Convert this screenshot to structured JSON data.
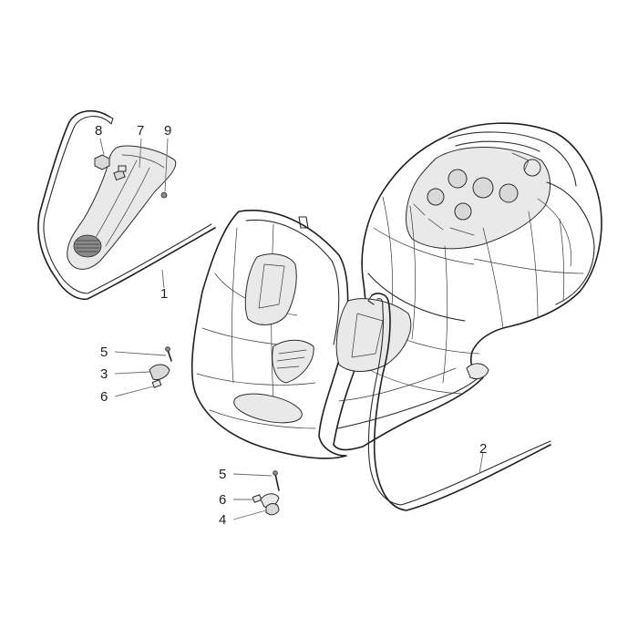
{
  "diagram": {
    "callouts": [
      {
        "id": "c7",
        "label": "7"
      },
      {
        "id": "c8",
        "label": "8"
      },
      {
        "id": "c9",
        "label": "9"
      },
      {
        "id": "c1",
        "label": "1"
      },
      {
        "id": "c5a",
        "label": "5"
      },
      {
        "id": "c3",
        "label": "3"
      },
      {
        "id": "c6a",
        "label": "6"
      },
      {
        "id": "c2",
        "label": "2"
      },
      {
        "id": "c5b",
        "label": "5"
      },
      {
        "id": "c6b",
        "label": "6"
      },
      {
        "id": "c4",
        "label": "4"
      }
    ]
  }
}
